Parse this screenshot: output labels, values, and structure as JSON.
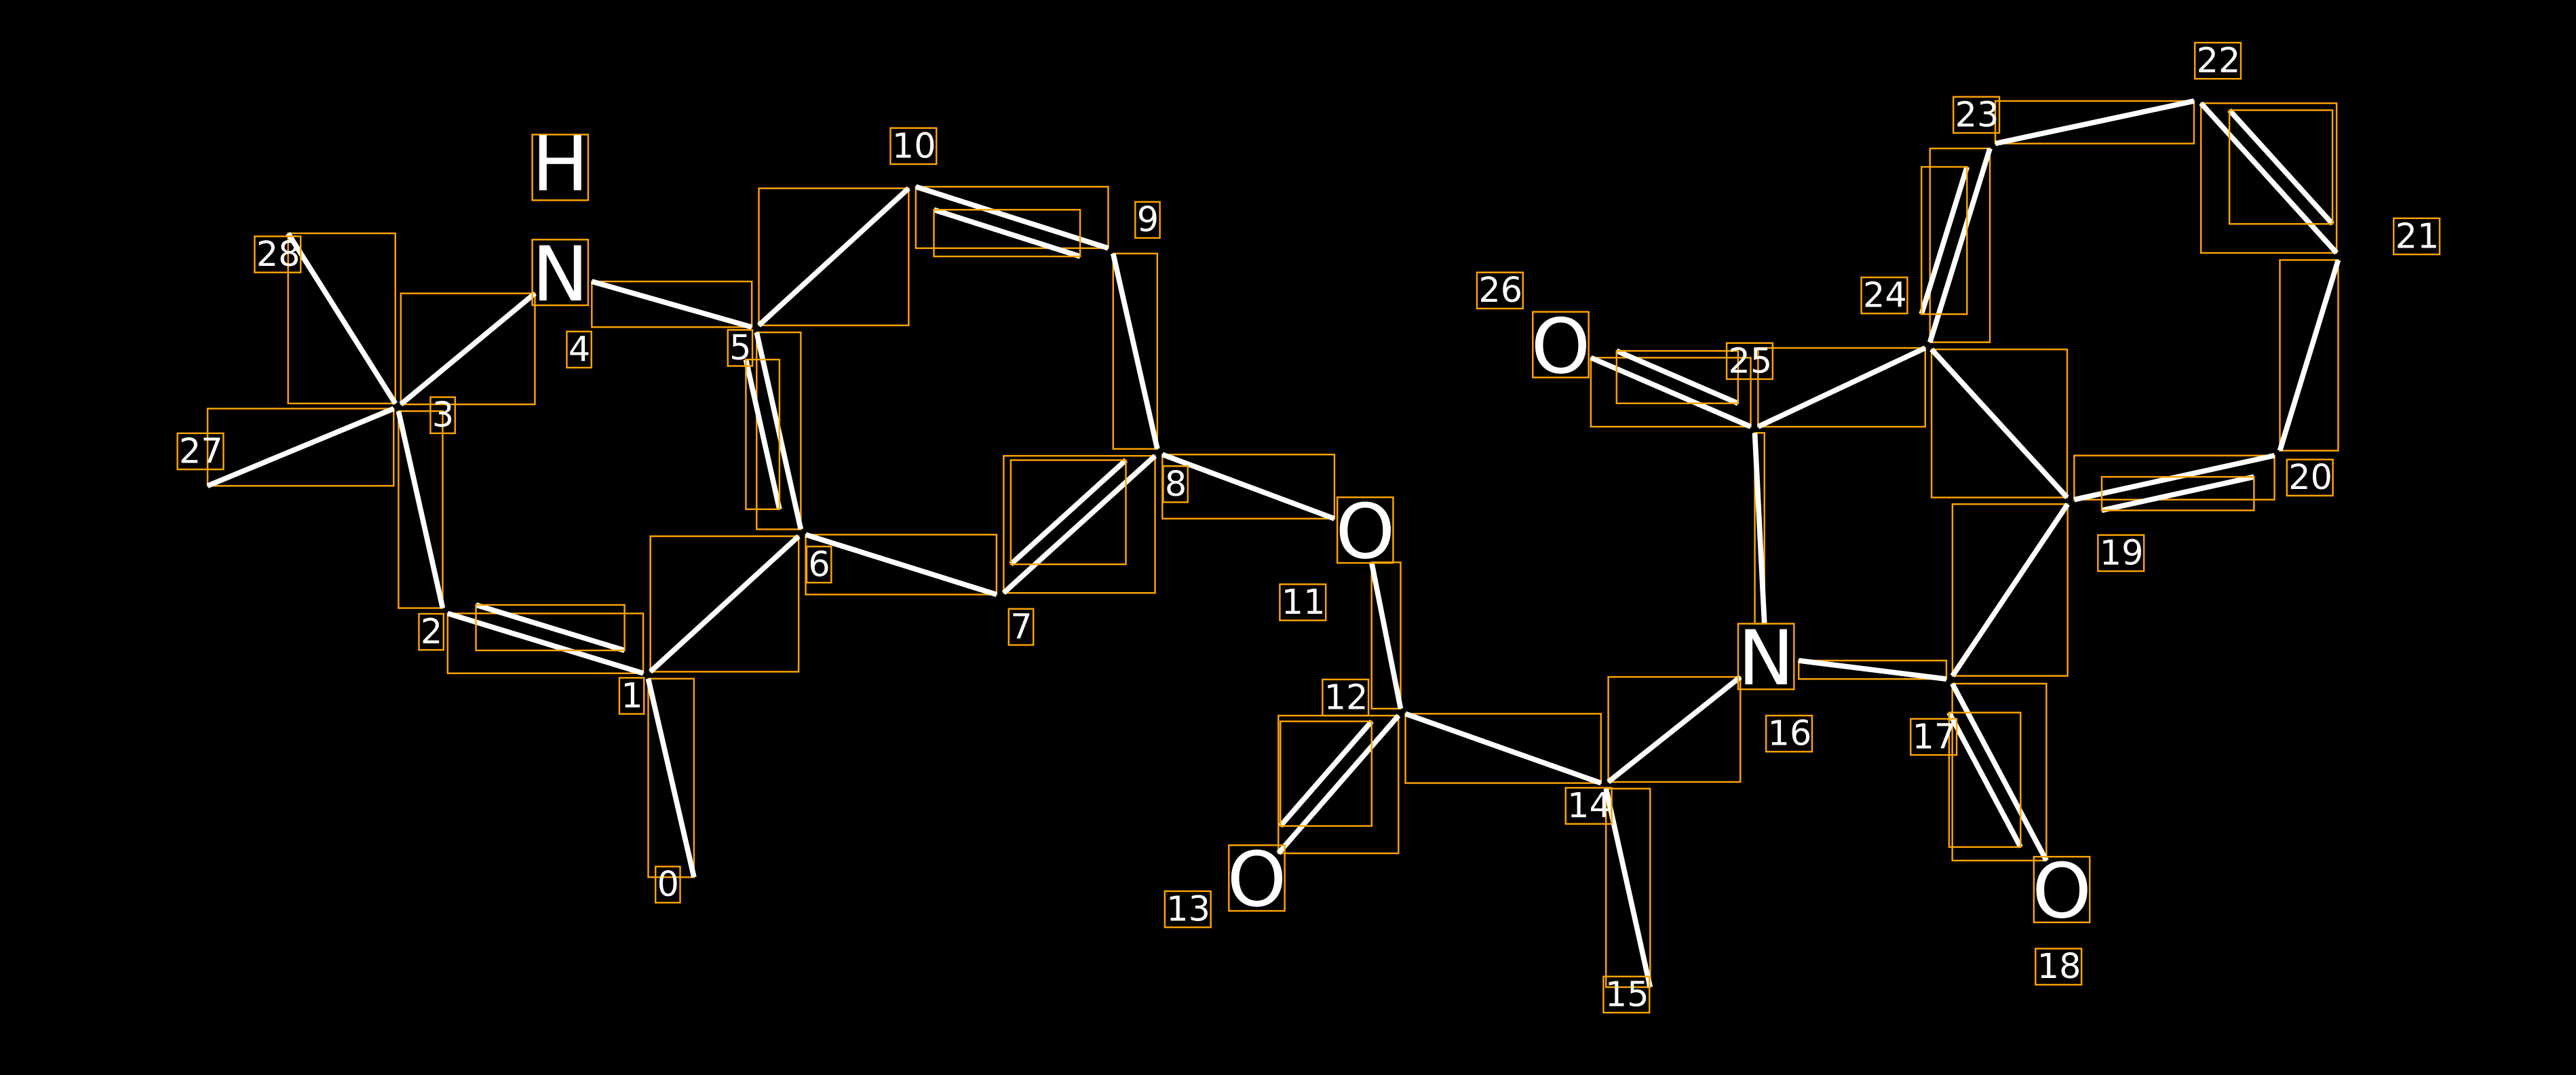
{
  "atom_indices": [
    "0",
    "1",
    "2",
    "3",
    "4",
    "5",
    "6",
    "7",
    "8",
    "9",
    "10",
    "11",
    "12",
    "13",
    "14",
    "15",
    "16",
    "17",
    "18",
    "19",
    "20",
    "21",
    "22",
    "23",
    "24",
    "25",
    "26",
    "27",
    "28"
  ],
  "element_labels": {
    "4": "N",
    "4H": "H",
    "11": "O",
    "13": "O",
    "16": "N",
    "18": "O",
    "26": "O"
  },
  "bonds": [
    [
      0,
      1,
      1
    ],
    [
      1,
      2,
      2
    ],
    [
      2,
      3,
      1
    ],
    [
      3,
      28,
      1
    ],
    [
      3,
      27,
      1
    ],
    [
      3,
      4,
      1
    ],
    [
      4,
      5,
      1
    ],
    [
      5,
      6,
      2
    ],
    [
      5,
      10,
      1
    ],
    [
      10,
      9,
      2
    ],
    [
      9,
      8,
      1
    ],
    [
      8,
      7,
      2
    ],
    [
      7,
      6,
      1
    ],
    [
      6,
      1,
      1
    ],
    [
      8,
      11,
      1
    ],
    [
      11,
      12,
      1
    ],
    [
      12,
      13,
      2
    ],
    [
      12,
      14,
      1
    ],
    [
      14,
      15,
      1
    ],
    [
      14,
      16,
      1
    ],
    [
      16,
      17,
      1
    ],
    [
      17,
      18,
      2
    ],
    [
      17,
      19,
      1
    ],
    [
      19,
      20,
      2
    ],
    [
      20,
      21,
      1
    ],
    [
      21,
      22,
      2
    ],
    [
      22,
      23,
      1
    ],
    [
      23,
      24,
      2
    ],
    [
      24,
      19,
      1
    ],
    [
      24,
      25,
      1
    ],
    [
      25,
      26,
      2
    ],
    [
      25,
      16,
      1
    ]
  ],
  "colors": {
    "bond": "#ffffff",
    "box": "#ffa500",
    "background": "#000000"
  }
}
